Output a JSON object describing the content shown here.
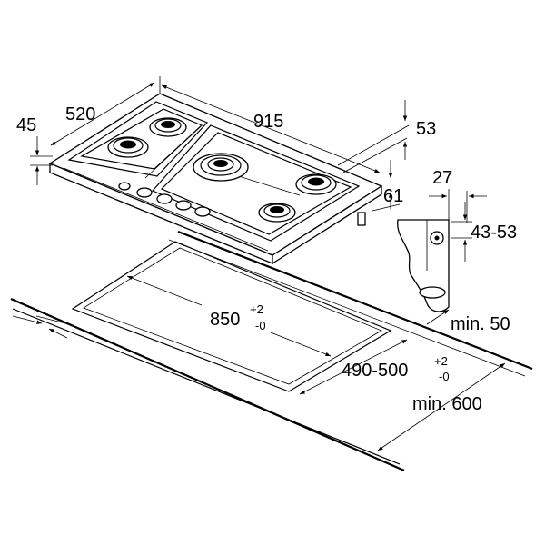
{
  "diagram": {
    "dims": {
      "d45": "45",
      "d520": "520",
      "d915": "915",
      "d53": "53",
      "d61": "61",
      "d27": "27",
      "d4353": "43-53",
      "d850": "850",
      "d850_sup": "+2",
      "d850_sub": "-0",
      "d490": "490-500",
      "d490_sup": "+2",
      "d490_sub": "-0",
      "min50": "min. 50",
      "min600": "min. 600"
    }
  }
}
